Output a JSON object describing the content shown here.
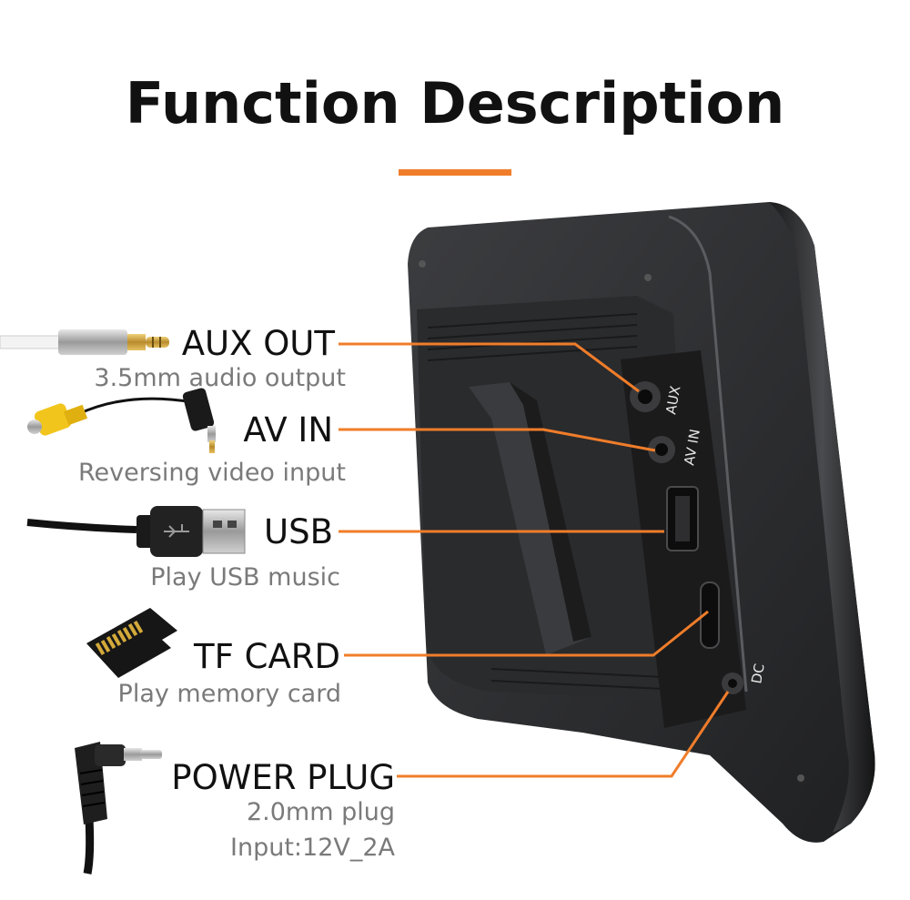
{
  "title": "Function Description",
  "colors": {
    "accent": "#f07d2a",
    "label": "#111111",
    "sublabel": "#7a7a7a",
    "device": "#2b2c2e"
  },
  "ports": [
    {
      "label": "AUX OUT",
      "desc": [
        "3.5mm audio output"
      ],
      "icon": "aux-jack-cable-icon"
    },
    {
      "label": "AV IN",
      "desc": [
        "Reversing video input"
      ],
      "icon": "rca-cable-icon"
    },
    {
      "label": "USB",
      "desc": [
        "Play USB music"
      ],
      "icon": "usb-cable-icon"
    },
    {
      "label": "TF CARD",
      "desc": [
        "Play memory card"
      ],
      "icon": "tf-card-icon"
    },
    {
      "label": "POWER PLUG",
      "desc": [
        "2.0mm plug",
        "Input:12V_2A"
      ],
      "icon": "dc-plug-cable-icon"
    }
  ],
  "device_labels": {
    "aux": "AUX",
    "avin": "AV IN",
    "dc": "DC"
  }
}
